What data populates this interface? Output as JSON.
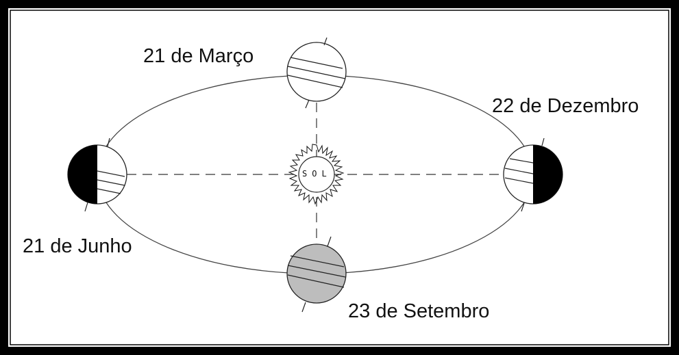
{
  "sun": {
    "label": "SOL"
  },
  "labels": {
    "march": "21 de Março",
    "december": "22 de Dezembro",
    "june": "21 de Junho",
    "september": "23 de Setembro"
  },
  "colors": {
    "frame": "#000000",
    "orbit": "#444444",
    "night_side": "#000000",
    "september_disc": "#bdbdbd",
    "background": "#ffffff"
  }
}
